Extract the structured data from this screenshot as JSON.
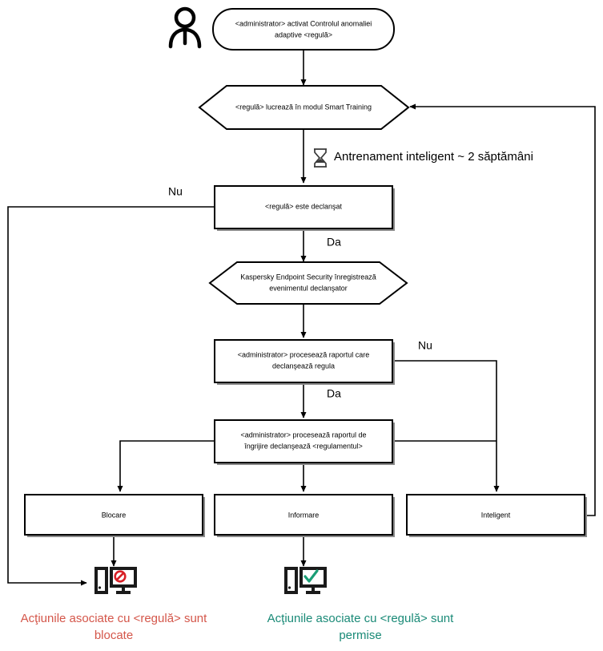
{
  "diagram": {
    "title": "Adaptive Anomaly Control rule workflow",
    "language": "ro",
    "colors": {
      "blocked_caption": "#d4564a",
      "allowed_caption": "#1a8a77",
      "prohibit_icon": "#d81f26",
      "check_icon": "#1a9e76",
      "shape_stroke": "#000000",
      "shape_fill": "#ffffff",
      "shadow": "#8a8a8a"
    },
    "nodes": {
      "actor": "administrator-actor-icon",
      "start": "<administrator> activat Controlul anomaliei adaptive <regulă>",
      "start_line1": "<administrator> activat Controlul anomaliei",
      "start_line2": "adaptive <regulă>",
      "smart_training": "<regulă> lucrează în modul Smart Training",
      "rule_triggered": "<regulă> este declanşat",
      "kes_logs_line1": "Kaspersky Endpoint Security înregistrează",
      "kes_logs_line2": "evenimentul declanşator",
      "admin_report_line1": "<administrator> procesează raportul care",
      "admin_report_line2": "declanşează regula",
      "admin_care_line1": "<administrator> procesează raportul de",
      "admin_care_line2": "îngrijire declanşează <regulamentul>",
      "action_block": "Blocare",
      "action_inform": "Informare",
      "action_smart": "Inteligent"
    },
    "edge_labels": {
      "no_1": "Nu",
      "yes_1": "Da",
      "no_2": "Nu",
      "yes_2": "Da"
    },
    "annotations": {
      "training_note": "Antrenament inteligent ~ 2 săptămâni",
      "hourglass_icon": "hourglass-icon"
    },
    "captions": {
      "blocked_line1": "Acţiunile asociate cu <regulă> sunt",
      "blocked_line2": "blocate",
      "allowed_line1": "Acţiunile asociate cu <regulă> sunt",
      "allowed_line2": "permise"
    },
    "outcome_icons": {
      "blocked": "computer-blocked-icon",
      "allowed": "computer-allowed-icon"
    }
  }
}
